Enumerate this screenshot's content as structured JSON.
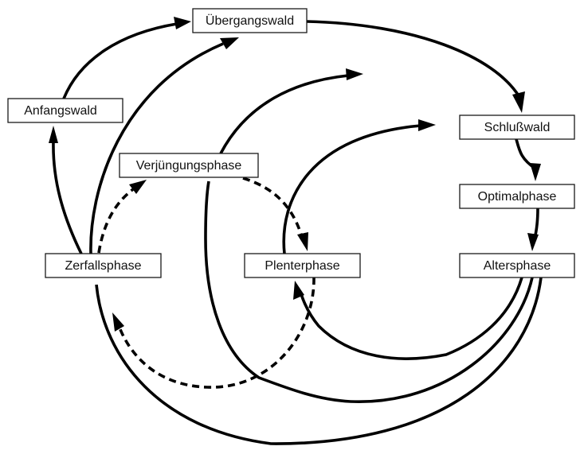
{
  "diagram": {
    "type": "cycle-diagram",
    "language": "de",
    "colors": {
      "line": "#000000",
      "box_border": "#1a1a1a",
      "box_fill": "#ffffff",
      "text": "#111111"
    },
    "nodes": [
      {
        "id": "uebergangswald",
        "label": "Übergangswald"
      },
      {
        "id": "anfangswald",
        "label": "Anfangswald"
      },
      {
        "id": "schlusswald",
        "label": "Schlußwald"
      },
      {
        "id": "verjuengungsphase",
        "label": "Verjüngungsphase"
      },
      {
        "id": "optimalphase",
        "label": "Optimalphase"
      },
      {
        "id": "zerfallsphase",
        "label": "Zerfallsphase"
      },
      {
        "id": "plenterphase",
        "label": "Plenterphase"
      },
      {
        "id": "altersphase",
        "label": "Altersphase"
      }
    ],
    "edges": [
      {
        "id": "e1",
        "from": "zerfallsphase",
        "to": "anfangswald",
        "style": "solid"
      },
      {
        "id": "e2",
        "from": "anfangswald",
        "to": "uebergangswald",
        "style": "solid"
      },
      {
        "id": "e3",
        "from": "zerfallsphase",
        "to": "uebergangswald",
        "style": "solid"
      },
      {
        "id": "e4",
        "from": "uebergangswald",
        "to": "schlusswald",
        "style": "solid"
      },
      {
        "id": "e5",
        "from": "schlusswald",
        "to": "optimalphase",
        "style": "solid"
      },
      {
        "id": "e6",
        "from": "optimalphase",
        "to": "altersphase",
        "style": "solid"
      },
      {
        "id": "e7",
        "from": "zerfallsphase",
        "to": "verjuengungsphase",
        "style": "dashed"
      },
      {
        "id": "e8",
        "from": "verjuengungsphase",
        "to": "plenterphase",
        "style": "dashed"
      },
      {
        "id": "e9",
        "from": "plenterphase",
        "to": "zerfallsphase",
        "style": "dashed"
      },
      {
        "id": "e10",
        "from": "verjuengungsphase",
        "to": "schlusswald",
        "style": "solid",
        "note": "arrow ends in open space toward Schlußwald"
      },
      {
        "id": "e11",
        "from": "altersphase",
        "to": "plenterphase",
        "style": "solid"
      },
      {
        "id": "e12",
        "from": "altersphase",
        "to": "schlusswald",
        "style": "solid",
        "note": "passes through Plenterphase region, arrow ends in open space"
      },
      {
        "id": "e13",
        "from": "altersphase",
        "to": "zerfallsphase",
        "style": "solid"
      }
    ]
  }
}
